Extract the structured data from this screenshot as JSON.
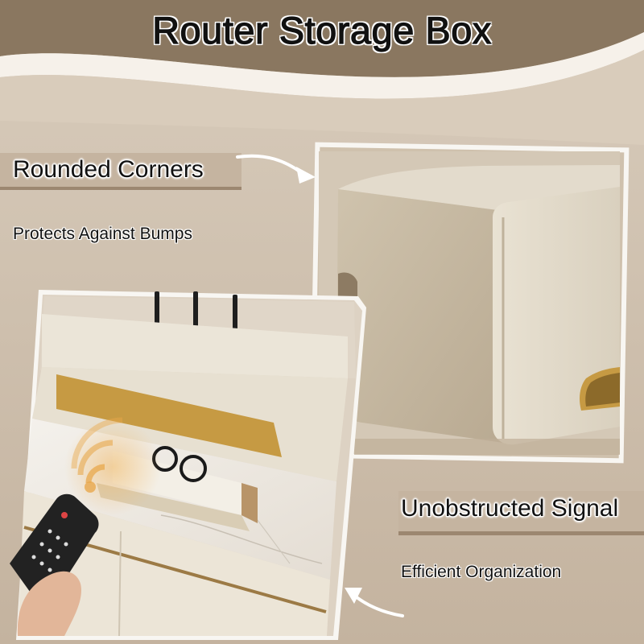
{
  "title": "Router Storage Box",
  "callouts": {
    "rounded_corners": "Rounded Corners",
    "protects_against_bumps": "Protects Against Bumps",
    "unobstructed_signal": "Unobstructed Signal",
    "efficient_organization": "Efficient Organization"
  },
  "colors": {
    "background": "#cdbfae",
    "top_banner": "#8a7760",
    "box_cream": "#ece5d6",
    "wood_accent": "#c69a43",
    "label_band": "#a9927a"
  }
}
